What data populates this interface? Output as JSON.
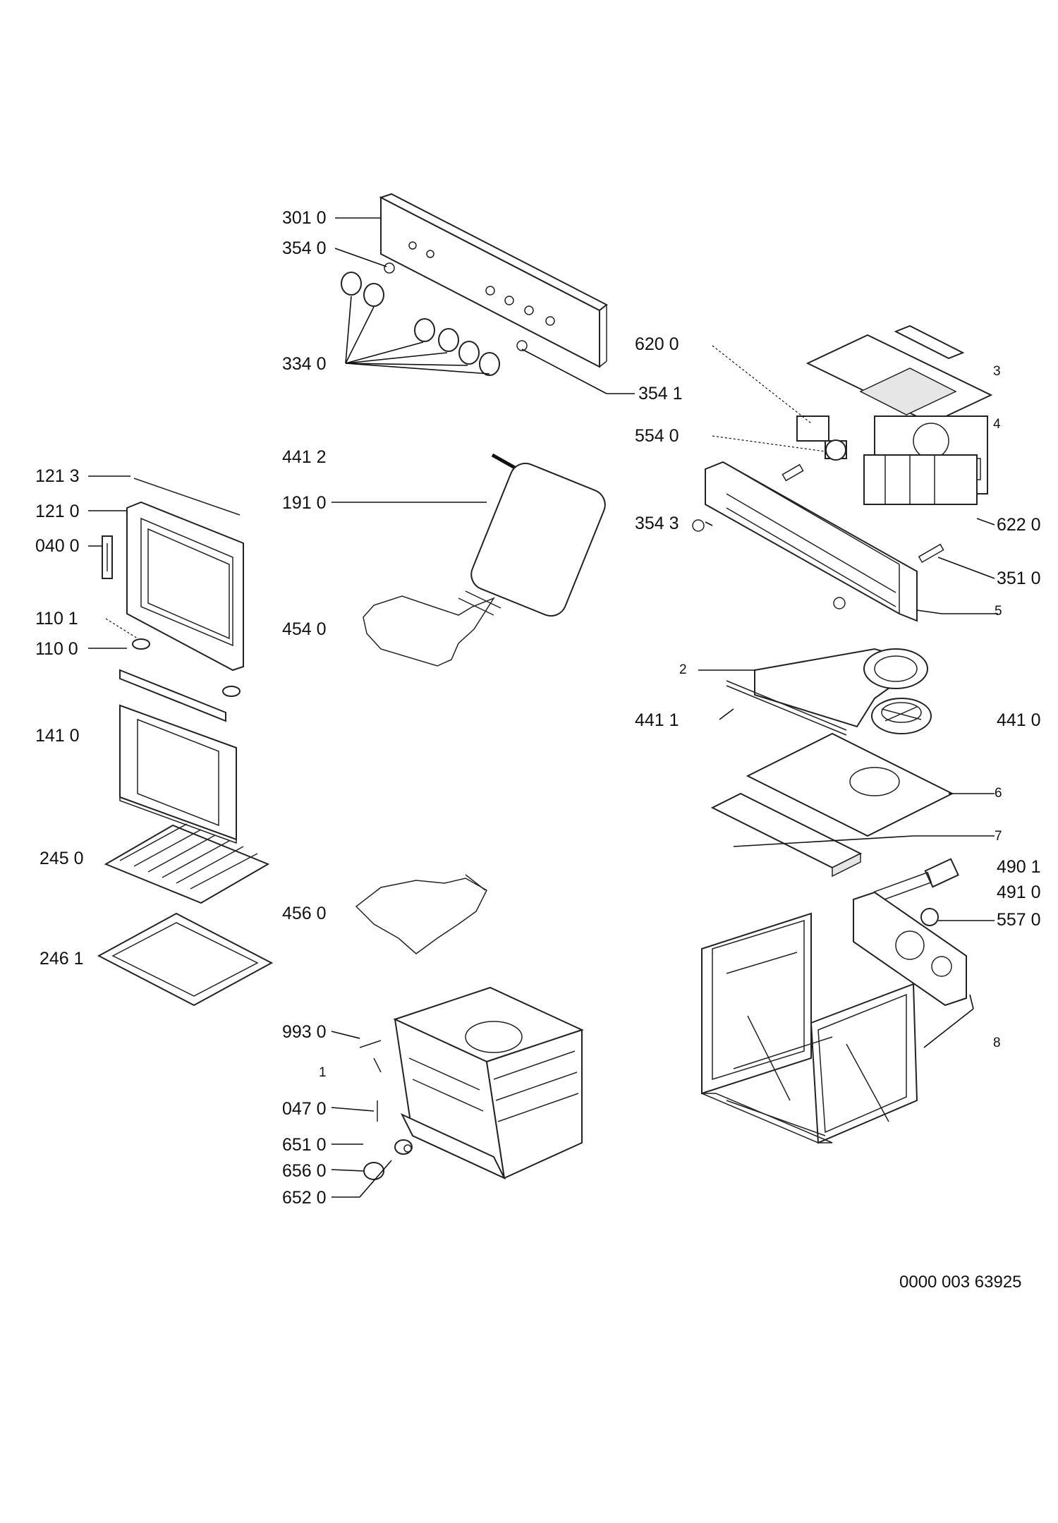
{
  "callouts": {
    "c3010": "301 0",
    "c3540": "354 0",
    "c3340": "334 0",
    "c3541": "354 1",
    "c6200": "620 0",
    "c5540": "554 0",
    "c3543": "354 3",
    "c3510": "351 0",
    "c6220": "622 0",
    "c3": "3",
    "c4": "4",
    "c5": "5",
    "c2": "2",
    "c4411": "441 1",
    "c4410": "441 0",
    "c6": "6",
    "c7": "7",
    "c4901": "490 1",
    "c4910": "491 0",
    "c5570": "557 0",
    "c8": "8",
    "c4412": "441 2",
    "c1910": "191 0",
    "c4540": "454 0",
    "c4560": "456 0",
    "c1213": "121 3",
    "c1210": "121 0",
    "c0400": "040 0",
    "c1101": "110 1",
    "c1100": "110 0",
    "c1410": "141 0",
    "c2450": "245 0",
    "c2461": "246 1",
    "c9930": "993 0",
    "c1": "1",
    "c0470": "047 0",
    "c6510": "651 0",
    "c6560": "656 0",
    "c6520": "652 0"
  },
  "footer": {
    "drawing_number": "0000 003 63925"
  }
}
